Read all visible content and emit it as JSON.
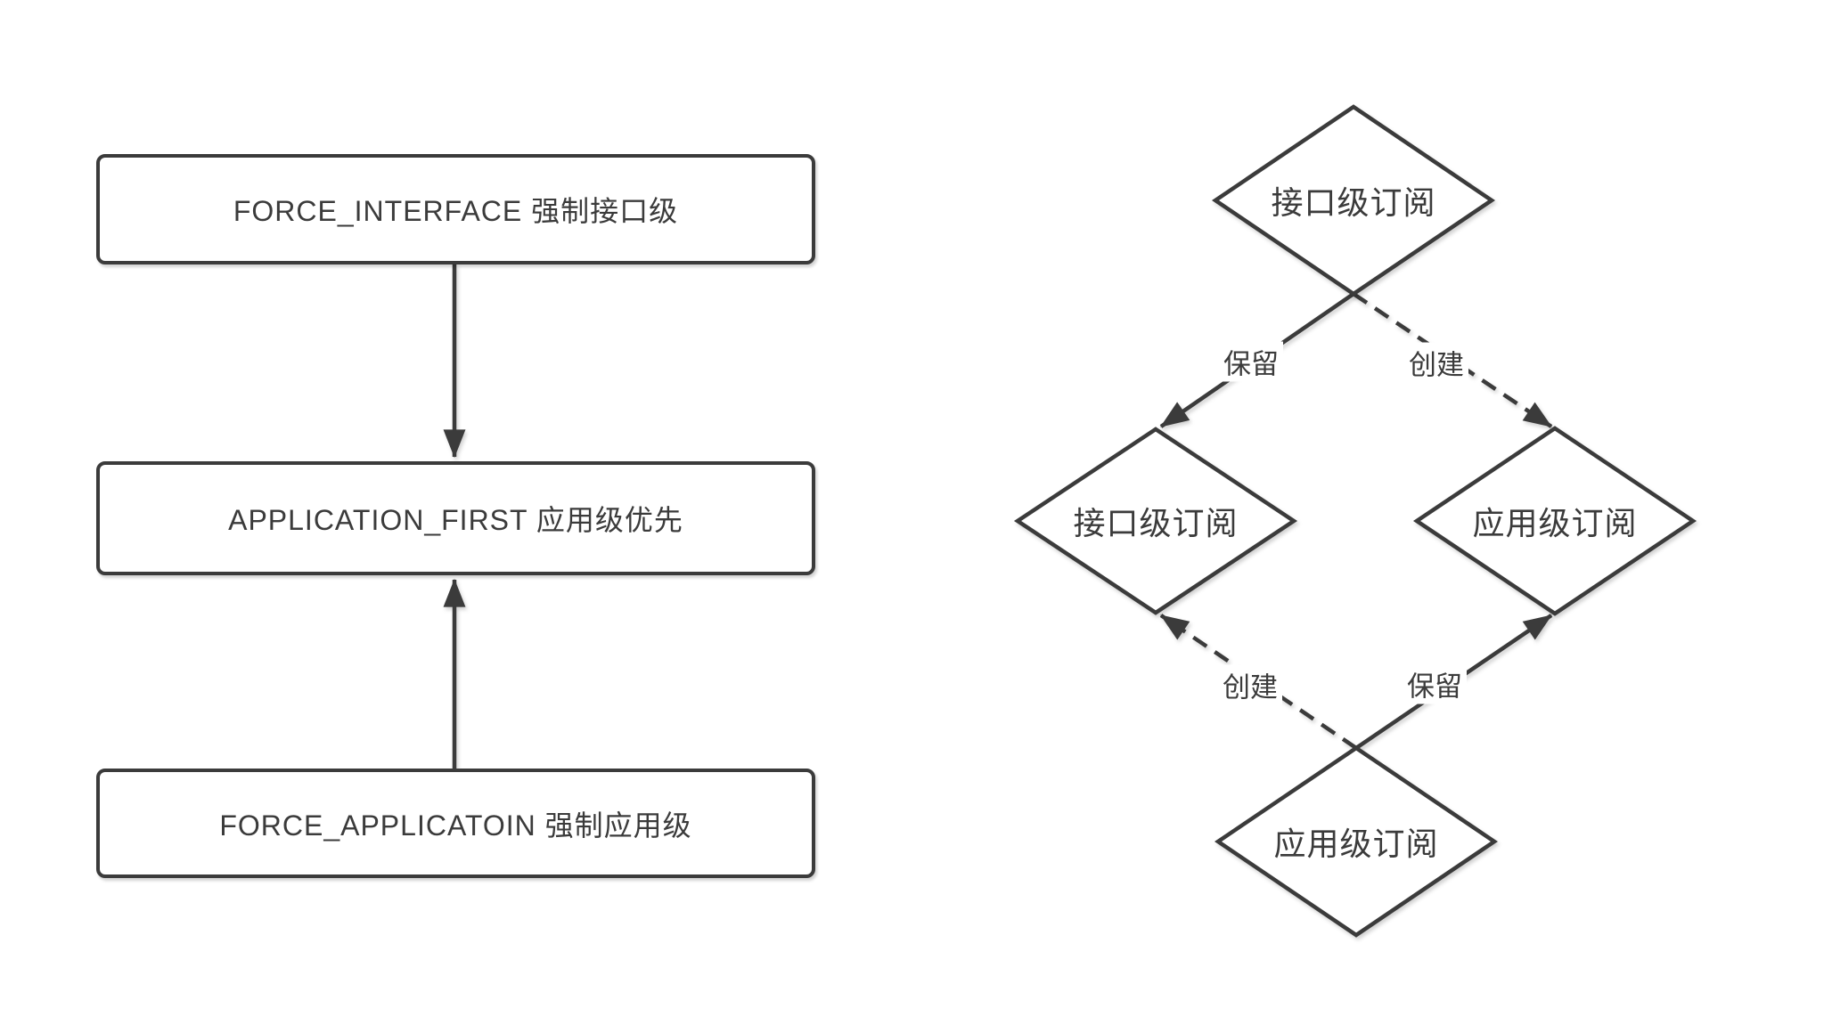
{
  "diagram": {
    "colors": {
      "stroke": "#3b3b3b",
      "text": "#3b3b3b",
      "background": "#ffffff"
    },
    "left_flow": {
      "nodes": [
        {
          "label": "FORCE_INTERFACE 强制接口级"
        },
        {
          "label": "APPLICATION_FIRST 应用级优先"
        },
        {
          "label": "FORCE_APPLICATOIN 强制应用级"
        }
      ],
      "edges": [
        {
          "from": "FORCE_INTERFACE 强制接口级",
          "to": "APPLICATION_FIRST 应用级优先",
          "style": "solid-arrow-down"
        },
        {
          "from": "FORCE_APPLICATOIN 强制应用级",
          "to": "APPLICATION_FIRST 应用级优先",
          "style": "solid-arrow-up"
        }
      ]
    },
    "right_flow": {
      "nodes": {
        "top": "接口级订阅",
        "mid_left": "接口级订阅",
        "mid_right": "应用级订阅",
        "bottom": "应用级订阅"
      },
      "edges": [
        {
          "label": "保留",
          "from": "top",
          "to": "mid_left",
          "style": "solid"
        },
        {
          "label": "创建",
          "from": "top",
          "to": "mid_right",
          "style": "dashed"
        },
        {
          "label": "创建",
          "from": "bottom",
          "to": "mid_left",
          "style": "dashed"
        },
        {
          "label": "保留",
          "from": "bottom",
          "to": "mid_right",
          "style": "solid"
        }
      ]
    }
  }
}
